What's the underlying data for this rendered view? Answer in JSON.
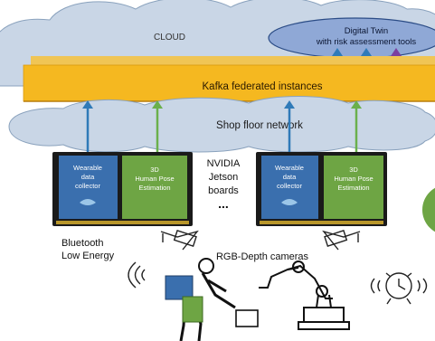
{
  "cloud": {
    "label": "CLOUD"
  },
  "digital_twin": {
    "line1": "Digital Twin",
    "line2": "with risk assessment tools"
  },
  "kafka": {
    "label": "Kafka federated instances"
  },
  "network": {
    "label": "Shop floor network"
  },
  "boards": {
    "left": {
      "module1": [
        "Wearable",
        "data",
        "collector"
      ],
      "module2": [
        "3D",
        "Human Pose",
        "Estimation"
      ]
    },
    "right": {
      "module1": [
        "Wearable",
        "data",
        "collector"
      ],
      "module2": [
        "3D",
        "Human Pose",
        "Estimation"
      ]
    },
    "label": [
      "NVIDIA",
      "Jetson",
      "boards"
    ],
    "ellipsis": "..."
  },
  "bluetooth": {
    "line1": "Bluetooth",
    "line2": "Low Energy"
  },
  "cameras": {
    "label": "RGB-Depth cameras"
  },
  "colors": {
    "cloud": "#c9d6e6",
    "cloud_stroke": "#8aa2bd",
    "twin": "#8fa8d6",
    "kafka": "#f5b820",
    "kafka_back": "#f0c555",
    "module_blue": "#3a6fae",
    "module_green": "#6ea544",
    "board": "#1a1a1a",
    "arrow_blue": "#2f7ab8",
    "arrow_green": "#6ab04c",
    "arrow_purple": "#7b3fa0"
  }
}
